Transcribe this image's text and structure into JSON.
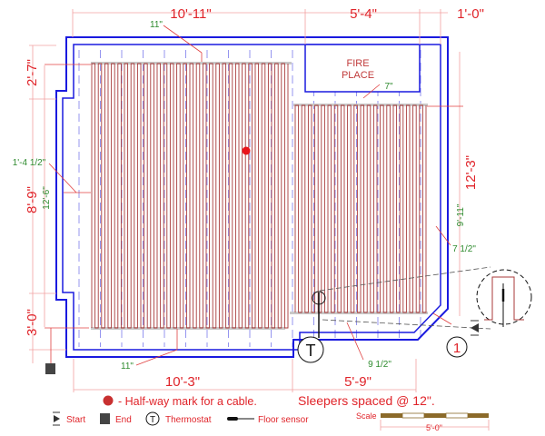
{
  "dimensions": {
    "top_left_width": "10'-11\"",
    "top_mid_width": "5'-4\"",
    "top_right_width": "1'-0\"",
    "left_top_height": "2'-7\"",
    "left_mid_height": "8'-9\"",
    "left_bottom_height": "3'-0\"",
    "right_height": "12'-3\"",
    "bottom_left_width": "10'-3\"",
    "bottom_right_width": "5'-9\""
  },
  "cable_notes": {
    "top_spacing": "11\"",
    "fireplace_gap": "7\"",
    "left_gap": "1'-4 1/2\"",
    "zone1_length": "12'-6\"",
    "zone2_length": "9'-11\"",
    "right_gap": "7 1/2\"",
    "bottom_left_spacing": "11\"",
    "bottom_right_spacing": "9 1/2\""
  },
  "fireplace": {
    "line1": "FIRE",
    "line2": "PLACE"
  },
  "markers": {
    "thermostat": "T",
    "zone_number": "1"
  },
  "notes": {
    "halfway": "- Half-way mark for a cable.",
    "sleepers": "Sleepers spaced @ 12\"."
  },
  "legend": {
    "start": "Start",
    "end": "End",
    "thermostat_symbol": "T",
    "thermostat": "Thermostat",
    "floor_sensor": "Floor sensor"
  },
  "scale": {
    "label": "Scale",
    "length": "5'-0\""
  },
  "colors": {
    "wall": "#1a1adf",
    "cable": "#a83a3a",
    "dimension": "#e0242a",
    "note": "#2e8b2e",
    "sleeper": "#8a8aee"
  }
}
